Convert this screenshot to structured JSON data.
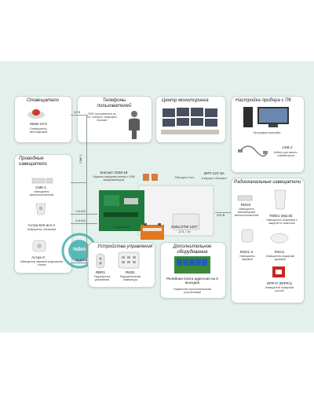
{
  "sections": {
    "sirens": "Оповещатели",
    "phones": "Телефоны пользователей",
    "monitoring": "Центр мониторинга",
    "pc_setup": "Настройка прибора с ПК",
    "wired": "Проводные извещатели",
    "control": "Устройства управления",
    "extra": "Дополнительное оборудование",
    "radio": "Радиоканальные извещатели"
  },
  "devices": {
    "siren": {
      "name": "Маяк-12-К",
      "desc": "Оповещатель светозвуковой"
    },
    "sms": {
      "text": "SMS пользователю на сот. телефон, смартфон, планшет"
    },
    "pc": {
      "desc": "Программа настройки"
    },
    "usb": {
      "name": "USB 2",
      "desc": "Кабель для связи с компьютером"
    },
    "smk": {
      "name": "СМК-1",
      "desc": "Извещатель магнитоконтактный"
    },
    "astra515": {
      "name": "Астра-515 исп.А",
      "desc": "Извещатель объемный"
    },
    "astrac": {
      "name": "Астра-С",
      "desc": "Извещатель звуковой разрушения стекла"
    },
    "panel": {
      "name": "Контакт GSM-16",
      "desc": "Охранно-пожарная панель с GSM коммуникатором"
    },
    "sim": {
      "desc": "SIM-карты 2 шт."
    },
    "psu": {
      "name": "БРП 12V 5A",
      "desc": "в корпусе «Контакт»"
    },
    "battery": {
      "name": "Delta DTM 1207",
      "desc": "12 В, 7 Ач"
    },
    "module": {
      "name": "module389"
    },
    "rbr1": {
      "name": "RBR1",
      "desc": "Радиобрелок управления"
    },
    "rkb1": {
      "name": "RKB1",
      "desc": "Радиоканальная клавиатура"
    },
    "relay": {
      "name": "Релейная плата адресная на 5 выходов",
      "desc": "Управление исполнительными устройствами"
    },
    "rdd3": {
      "name": "RDD3",
      "desc": "Извещатель миниатюрный магнитоконтактный"
    },
    "rmd1": {
      "name": "RMD1 (вер.В)",
      "desc": "Извещатель объемный с защитой от животных"
    },
    "rsd13": {
      "name": "RSD1-3",
      "desc": "Извещатель звуковой"
    },
    "rso1": {
      "name": "RSO1",
      "desc": "Извещатель пожарный дымовой"
    },
    "ipr": {
      "name": "ИПР-Р (RIPR1)",
      "desc": "Извещатель пожарный ручной"
    }
  },
  "wire_labels": {
    "w12v": "12 В",
    "smk_w": "СМК 1",
    "w1": "1-й ШС",
    "w2": "2-й ШС",
    "w16": "16-й ШС",
    "v220": "220 В"
  },
  "watermark": "ТАЙКО",
  "colors": {
    "sheet": "#e4f0ec",
    "relay": "#3a8a3a",
    "siren": "#d23a2a",
    "battery": "#e07820"
  }
}
